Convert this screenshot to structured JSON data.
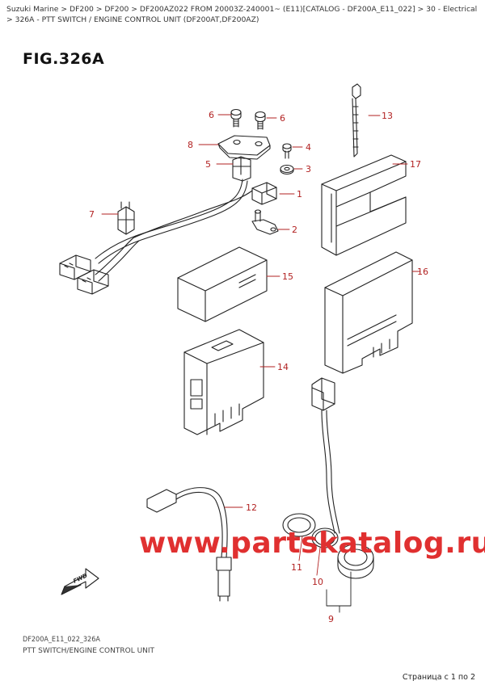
{
  "breadcrumb": "Suzuki Marine > DF200 > DF200 > DF200AZ022 FROM 20003Z-240001~ (E11)[CATALOG - DF200A_E11_022] > 30 - Electrical > 326A - PTT SWITCH / ENGINE CONTROL UNIT (DF200AT,DF200AZ)",
  "figure_title": "FIG.326A",
  "watermark": "www.partskatalog.ru",
  "fwd_label": "FWD",
  "callouts": [
    {
      "num": "1"
    },
    {
      "num": "2"
    },
    {
      "num": "3"
    },
    {
      "num": "4"
    },
    {
      "num": "5"
    },
    {
      "num": "6"
    },
    {
      "num": "6"
    },
    {
      "num": "7"
    },
    {
      "num": "8"
    },
    {
      "num": "9"
    },
    {
      "num": "10"
    },
    {
      "num": "11"
    },
    {
      "num": "12"
    },
    {
      "num": "13"
    },
    {
      "num": "14"
    },
    {
      "num": "15"
    },
    {
      "num": "16"
    },
    {
      "num": "17"
    }
  ],
  "footer": {
    "code": "DF200A_E11_022_326A",
    "caption": "PTT SWITCH/ENGINE CONTROL UNIT"
  },
  "pagination": "Страница с 1 по 2",
  "colors": {
    "callout_line": "#b22222",
    "callout_text": "#b22222",
    "watermark": "#e03030",
    "linework": "#222222"
  }
}
